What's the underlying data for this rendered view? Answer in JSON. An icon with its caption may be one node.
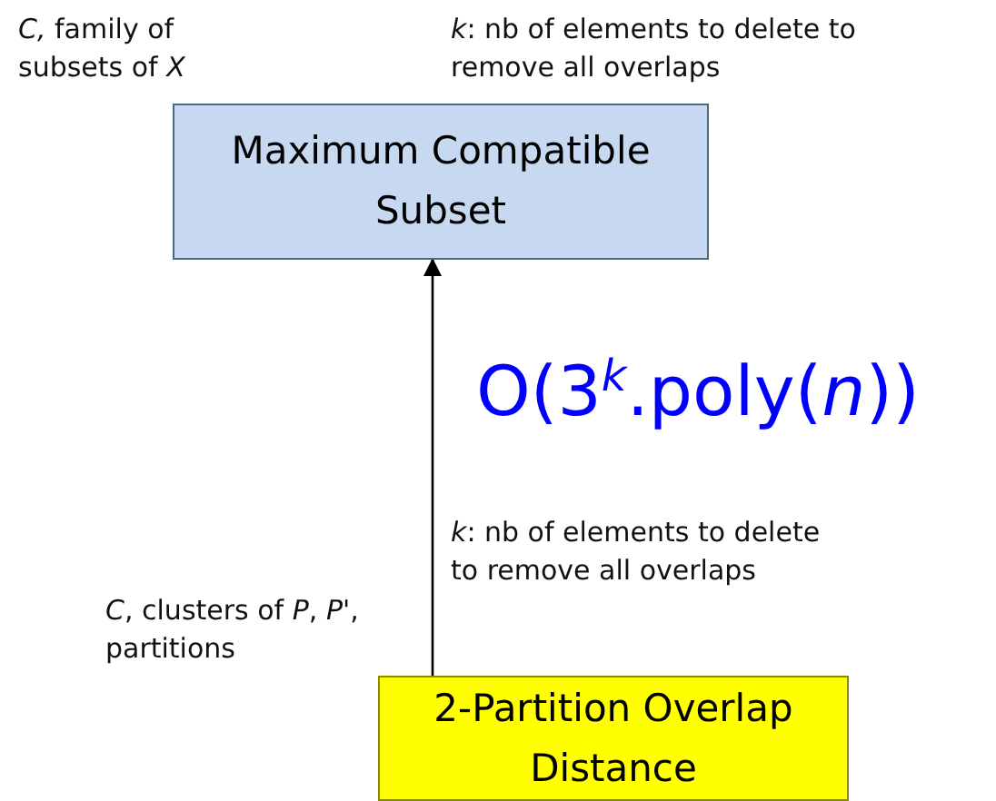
{
  "diagram": {
    "nodes": [
      {
        "text": [
          "Maximum Compatible Subset"
        ],
        "beside": [
          "*C,* family of subsets of *X*",
          "*k*: nb of elements to delete to remove all overlaps"
        ]
      },
      {
        "text": [
          "2-Partition Overlap Distance"
        ],
        "beside": [
          "*C*, clusters of *P*, *P*', partitions",
          "*k*: nb of elements to delete to remove all overlaps"
        ]
      }
    ],
    "edges": [
      {
        "from": 1,
        "to": 0,
        "arrow": "to",
        "label": "O(3$^{k}$.poly(*n*))"
      }
    ]
  }
}
